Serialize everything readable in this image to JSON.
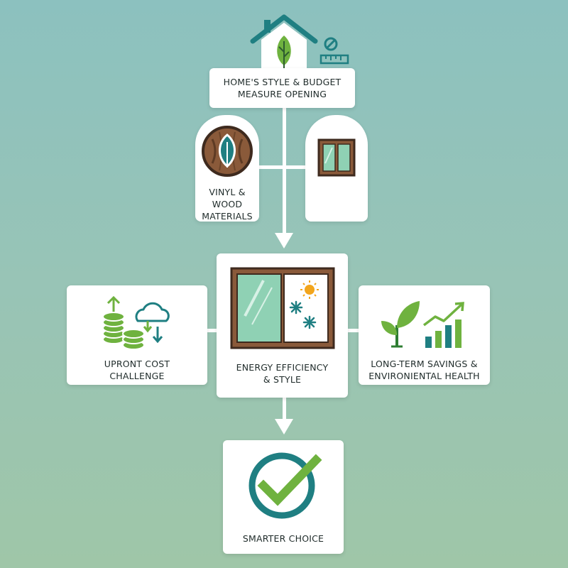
{
  "nodes": {
    "home_style": {
      "label": "HOME'S STYLE & BUDGET\nMEASURE OPENING"
    },
    "materials": {
      "label": "VINYL & WOOD\nMATERIALS"
    },
    "efficiency": {
      "label": "ENERGY EFFICIENCY\n& STYLE"
    },
    "upfront": {
      "label": "UPRONT COST\nCHALLENGE"
    },
    "savings": {
      "label": "LONG-TERM SAVINGS &\nENVIRONIENTAL HEALTH"
    },
    "smarter": {
      "label": "SMARTER CHOICE"
    }
  },
  "colors": {
    "teal": "#1f7f82",
    "green": "#6fb23f",
    "wood": "#8a5a3a",
    "glass": "#8fd1b4",
    "sun": "#f2a51c"
  }
}
